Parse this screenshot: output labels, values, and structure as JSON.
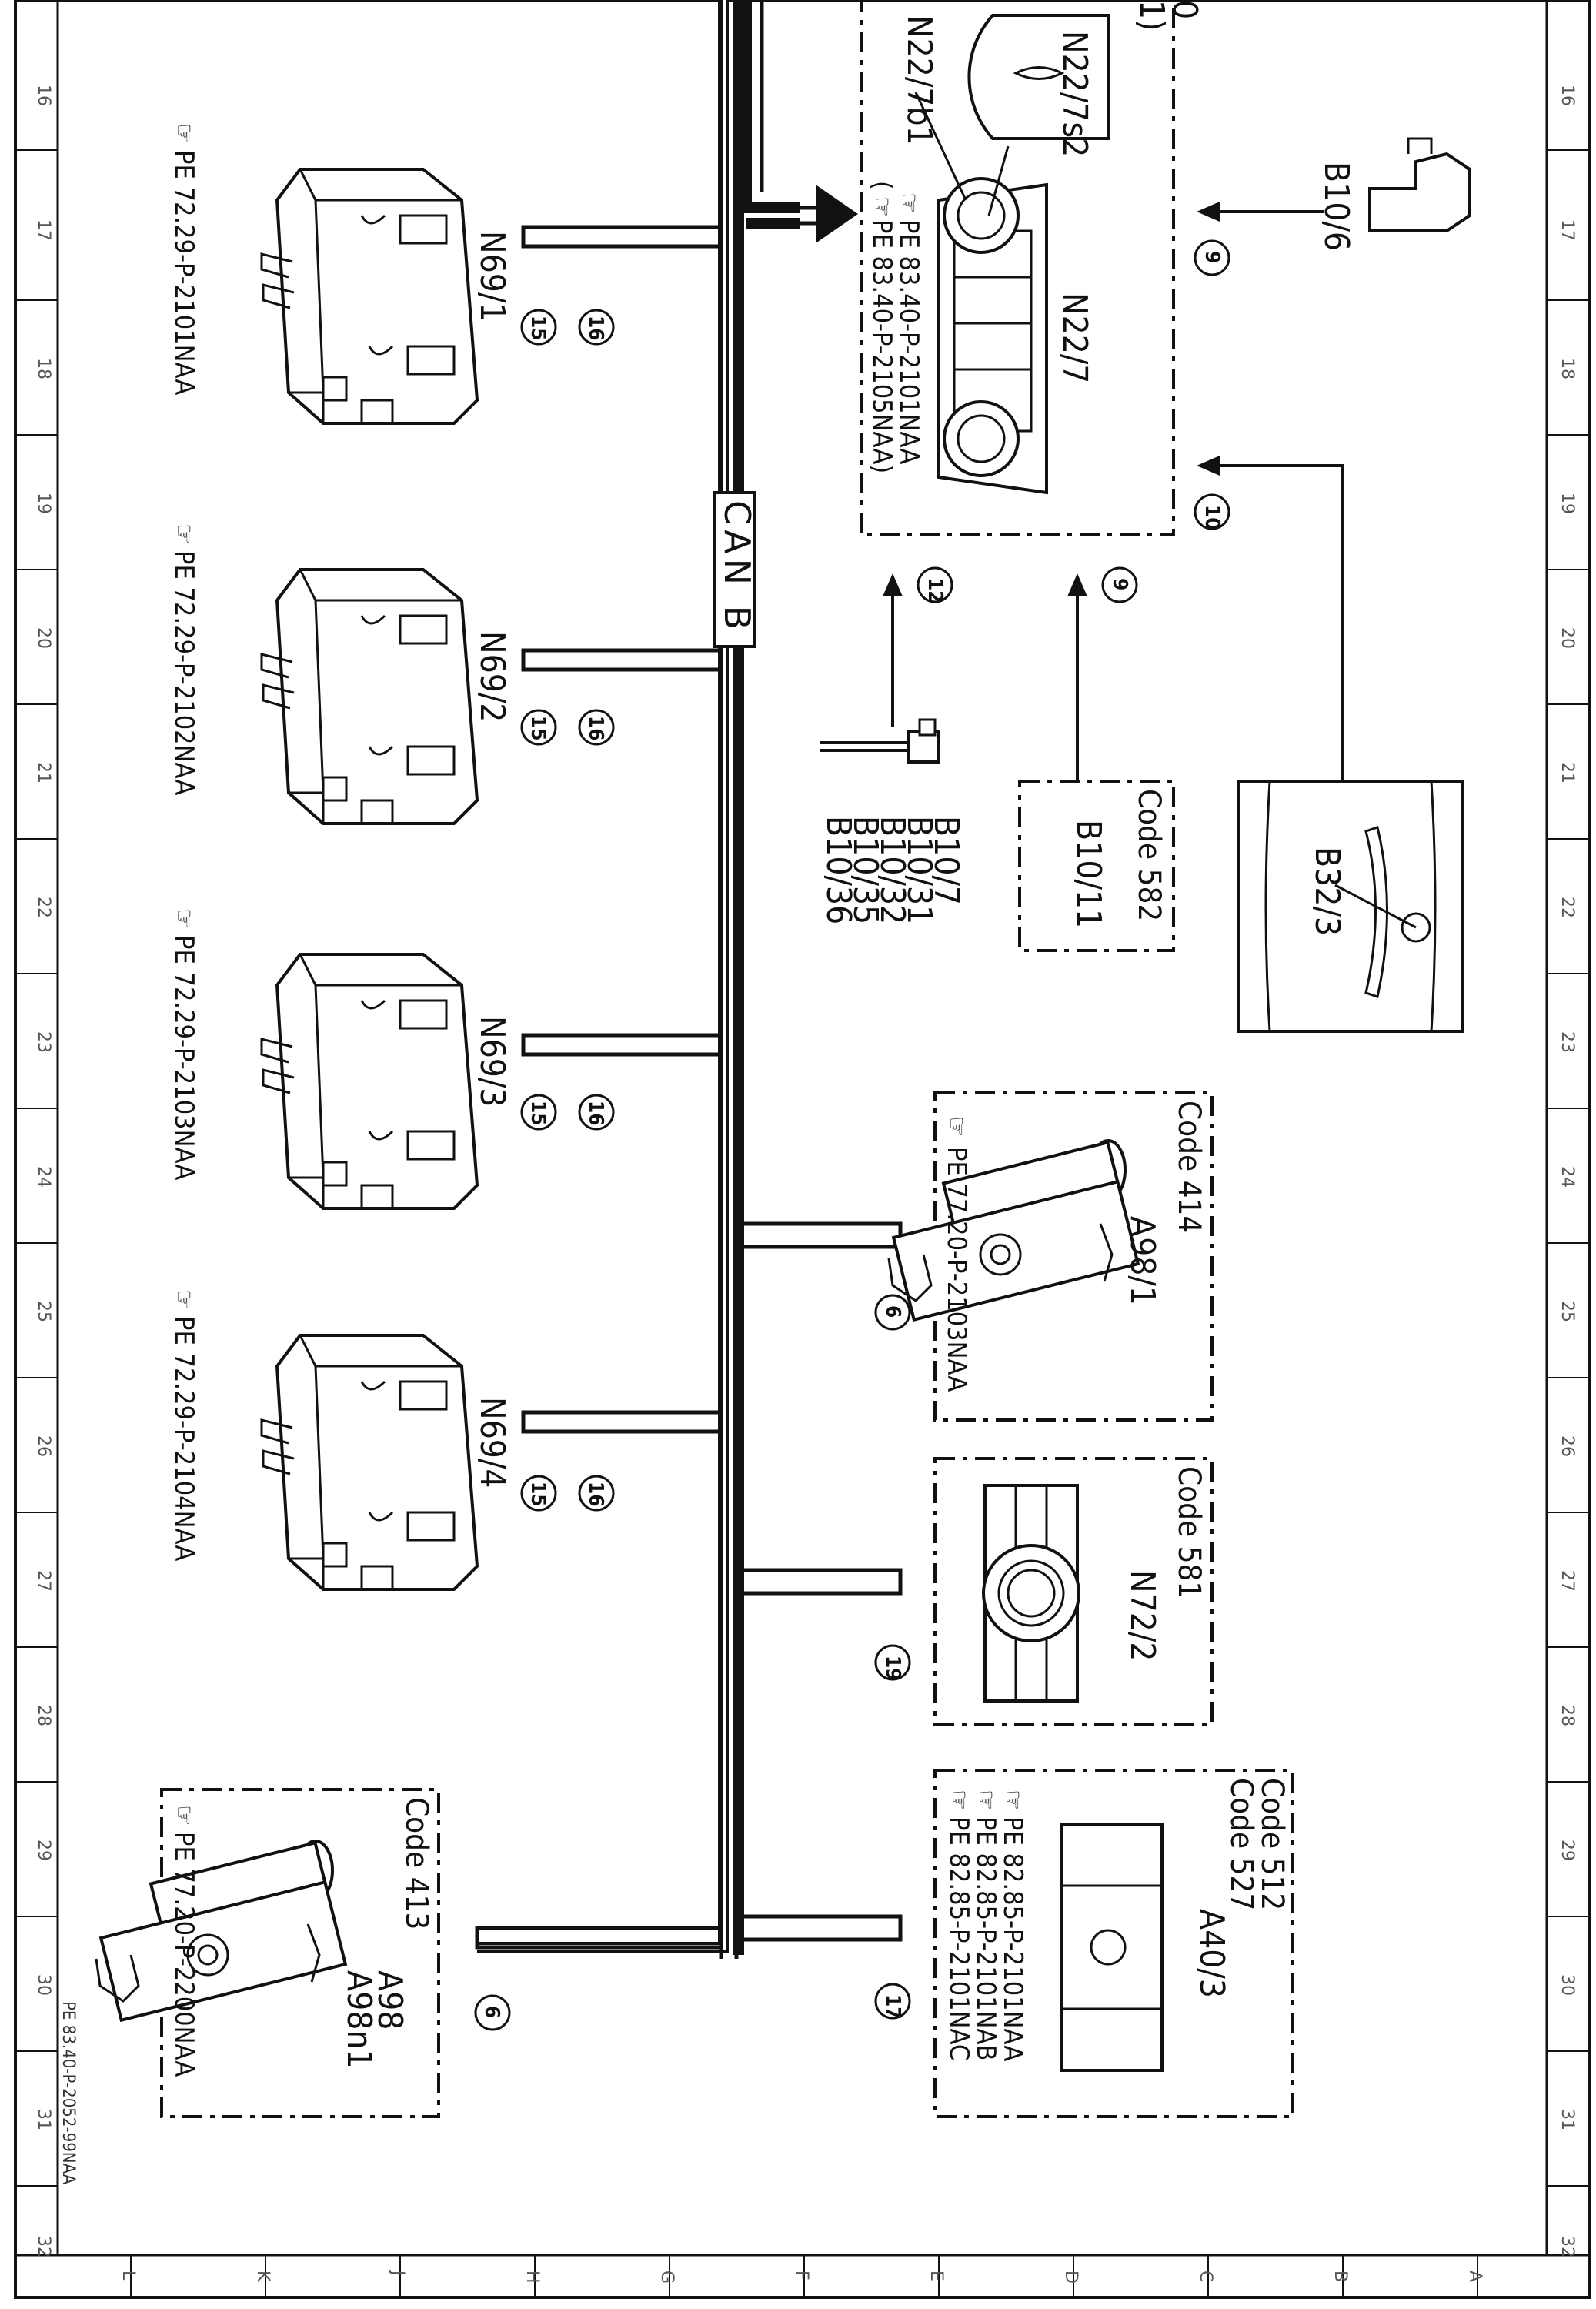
{
  "document_id": "PE 83.40-P-2052-99NAA",
  "bus": {
    "label": "CAN B"
  },
  "grid_columns": [
    "16",
    "17",
    "18",
    "19",
    "20",
    "21",
    "22",
    "23",
    "24",
    "25",
    "26",
    "27",
    "28",
    "29",
    "30",
    "31",
    "32"
  ],
  "grid_rows": [
    "L",
    "K",
    "J",
    "H",
    "G",
    "F",
    "E",
    "D",
    "C",
    "B",
    "A"
  ],
  "top_fragments": [
    "0",
    "1)"
  ],
  "components": {
    "n69_1": {
      "name": "N69/1",
      "ref": "PE 72.29-P-2101NAA",
      "callouts": [
        "16",
        "15"
      ]
    },
    "n69_2": {
      "name": "N69/2",
      "ref": "PE 72.29-P-2102NAA",
      "callouts": [
        "16",
        "15"
      ]
    },
    "n69_3": {
      "name": "N69/3",
      "ref": "PE 72.29-P-2103NAA",
      "callouts": [
        "16",
        "15"
      ]
    },
    "n69_4": {
      "name": "N69/4",
      "ref": "PE 72.29-P-2104NAA",
      "callouts": [
        "16",
        "15"
      ]
    },
    "a98": {
      "code": "Code 413",
      "name1": "A98",
      "name2": "A98n1",
      "ref": "PE 77.20-P-2200NAA",
      "callout": "6"
    },
    "n22_7": {
      "name": "N22/7",
      "sub1": "N22/7s2",
      "sub2": "N22/7b1",
      "ref1": "PE 83.40-P-2101NAA",
      "ref2": "PE 83.40-P-2105NAA)",
      "ref2_open": "("
    },
    "b10_6": {
      "name": "B10/6",
      "callout": "9"
    },
    "b32_3": {
      "name": "B32/3",
      "callout": "10"
    },
    "b10_11": {
      "code": "Code 582",
      "name": "B10/11",
      "callout": "9"
    },
    "b10_group": {
      "names": [
        "B10/7",
        "B10/31",
        "B10/32",
        "B10/35",
        "B10/36"
      ],
      "callout": "12"
    },
    "a98_1": {
      "code": "Code 414",
      "name": "A98/1",
      "ref": "PE 77.20-P-2103NAA",
      "callout": "6"
    },
    "n72_2": {
      "code": "Code 581",
      "name": "N72/2",
      "callout": "19"
    },
    "a40_3": {
      "codes": [
        "Code 512",
        "Code 527"
      ],
      "name": "A40/3",
      "refs": [
        "PE 82.85-P-2101NAA",
        "PE 82.85-P-2101NAB",
        "PE 82.85-P-2101NAC"
      ],
      "callout": "17"
    }
  }
}
